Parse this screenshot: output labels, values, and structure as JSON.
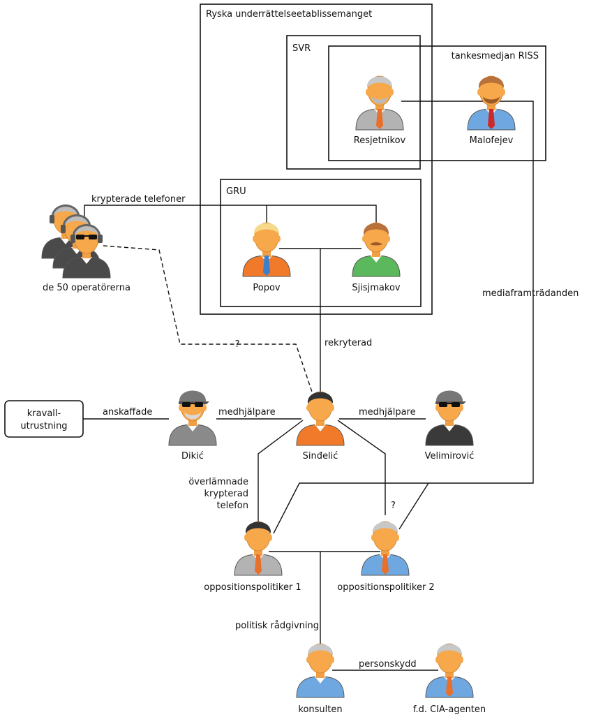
{
  "groups": {
    "russian_establishment": "Ryska underrättelseetablissemanget",
    "svr": "SVR",
    "riss": "tankesmedjan RISS",
    "gru": "GRU"
  },
  "people": {
    "resjetnikov": "Resjetnikov",
    "malofejev": "Malofejev",
    "popov": "Popov",
    "sjisjmakov": "Sjisjmakov",
    "operators": "de 50 operatörerna",
    "dikic": "Dikić",
    "sindelic": "Sinđelić",
    "velimirovic": "Velimirović",
    "politician1": "oppositionspolitiker 1",
    "politician2": "oppositionspolitiker 2",
    "consultant": "konsulten",
    "cia_agent": "f.d. CIA-agenten"
  },
  "objects": {
    "riot_gear": [
      "kravall-",
      "utrustning"
    ]
  },
  "relations": {
    "encrypted_phones": "krypterade telefoner",
    "recruited": "rekryterad",
    "unknown_link": "?",
    "media_appearances": "mediaframträdanden",
    "procured": "anskaffade",
    "accomplice_left": "medhjälpare",
    "accomplice_right": "medhjälpare",
    "handed_over_phone": [
      "överlämnade",
      "krypterad",
      "telefon"
    ],
    "unknown_link_2": "?",
    "political_advice": "politisk rådgivning",
    "personal_protection": "personskydd"
  },
  "colors": {
    "skin": "#f7a84a",
    "hair_grey": "#c8c8c8",
    "hair_brown": "#b8713a",
    "hair_blond": "#f6d98a",
    "hair_black": "#333333",
    "shirt_blue": "#6fa8e0",
    "shirt_grey": "#b3b3b3",
    "shirt_orange": "#f07a2a",
    "shirt_green": "#5cb85c",
    "shirt_dark": "#3a3a3a",
    "tie_orange": "#e8702a",
    "tie_red": "#cc2a2a"
  }
}
